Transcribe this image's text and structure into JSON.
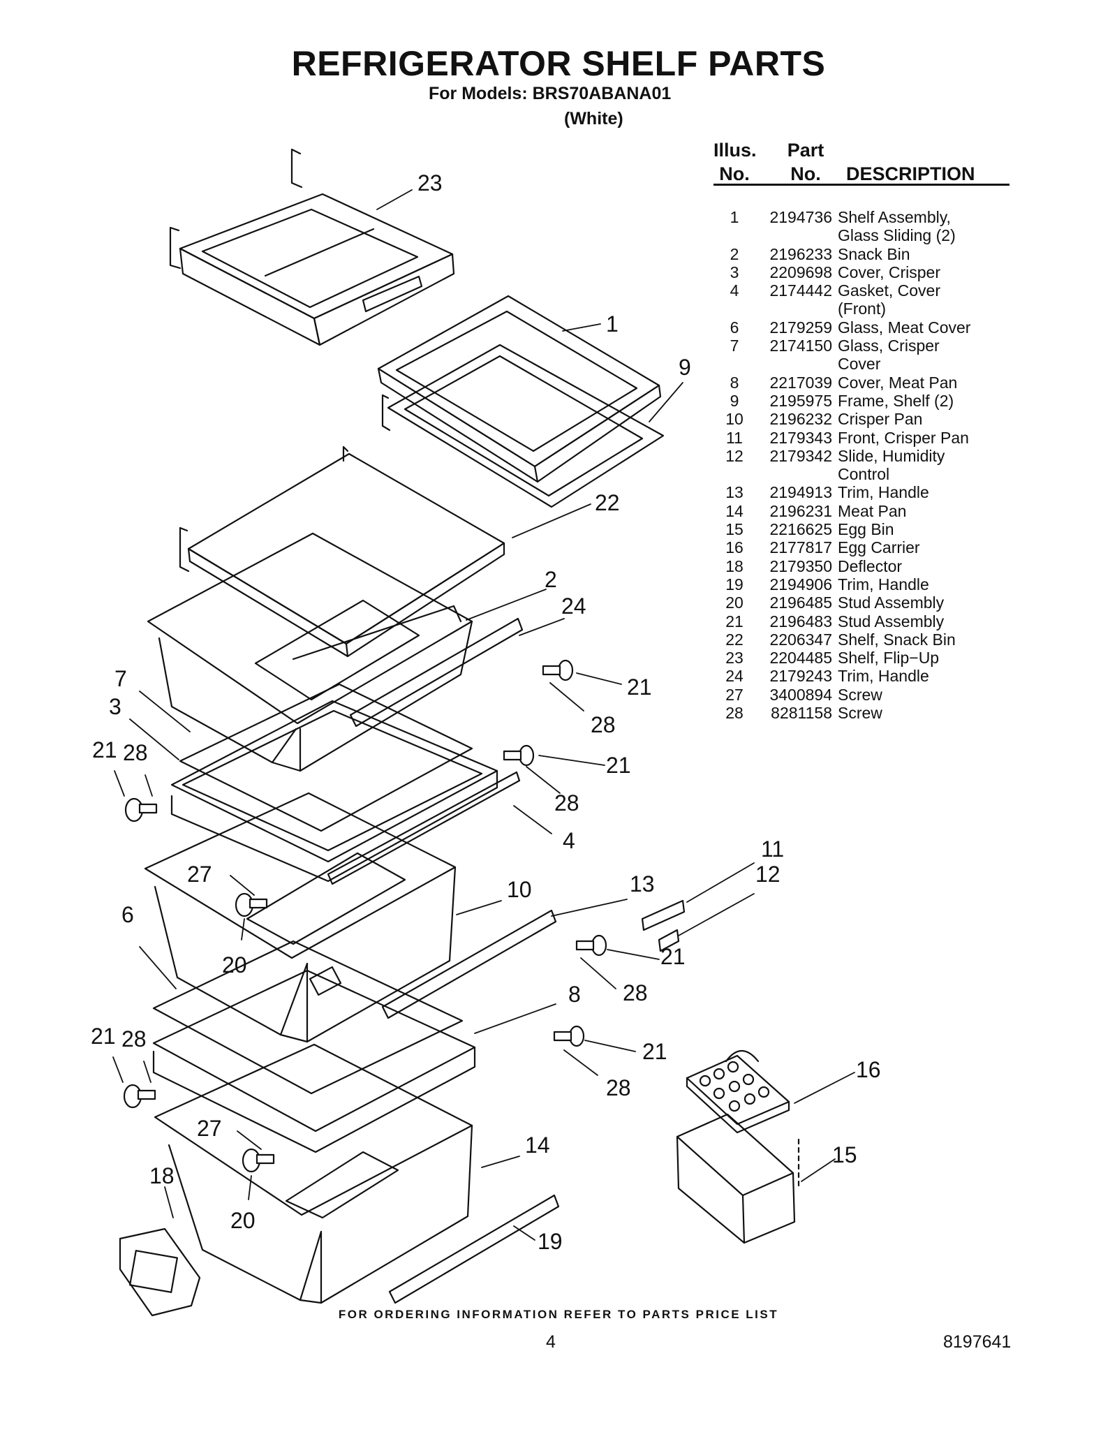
{
  "header": {
    "title": "REFRIGERATOR SHELF PARTS",
    "models": "For Models: BRS70ABANA01",
    "color": "(White)"
  },
  "table": {
    "col1": [
      "Illus.",
      "No."
    ],
    "col2": [
      "Part",
      "No."
    ],
    "col3": "DESCRIPTION",
    "rows": [
      {
        "illus": "1",
        "part": "2194736",
        "desc": [
          "Shelf Assembly,",
          "Glass Sliding (2)"
        ]
      },
      {
        "illus": "2",
        "part": "2196233",
        "desc": [
          "Snack Bin"
        ]
      },
      {
        "illus": "3",
        "part": "2209698",
        "desc": [
          "Cover, Crisper"
        ]
      },
      {
        "illus": "4",
        "part": "2174442",
        "desc": [
          "Gasket, Cover",
          "(Front)"
        ]
      },
      {
        "illus": "6",
        "part": "2179259",
        "desc": [
          "Glass, Meat Cover"
        ]
      },
      {
        "illus": "7",
        "part": "2174150",
        "desc": [
          "Glass, Crisper",
          "Cover"
        ]
      },
      {
        "illus": "8",
        "part": "2217039",
        "desc": [
          "Cover, Meat Pan"
        ]
      },
      {
        "illus": "9",
        "part": "2195975",
        "desc": [
          "Frame, Shelf (2)"
        ]
      },
      {
        "illus": "10",
        "part": "2196232",
        "desc": [
          "Crisper Pan"
        ]
      },
      {
        "illus": "11",
        "part": "2179343",
        "desc": [
          "Front, Crisper Pan"
        ]
      },
      {
        "illus": "12",
        "part": "2179342",
        "desc": [
          "Slide, Humidity",
          "Control"
        ]
      },
      {
        "illus": "13",
        "part": "2194913",
        "desc": [
          "Trim, Handle"
        ]
      },
      {
        "illus": "14",
        "part": "2196231",
        "desc": [
          "Meat Pan"
        ]
      },
      {
        "illus": "15",
        "part": "2216625",
        "desc": [
          "Egg Bin"
        ]
      },
      {
        "illus": "16",
        "part": "2177817",
        "desc": [
          "Egg Carrier"
        ]
      },
      {
        "illus": "18",
        "part": "2179350",
        "desc": [
          "Deflector"
        ]
      },
      {
        "illus": "19",
        "part": "2194906",
        "desc": [
          "Trim, Handle"
        ]
      },
      {
        "illus": "20",
        "part": "2196485",
        "desc": [
          "Stud Assembly"
        ]
      },
      {
        "illus": "21",
        "part": "2196483",
        "desc": [
          "Stud Assembly"
        ]
      },
      {
        "illus": "22",
        "part": "2206347",
        "desc": [
          "Shelf, Snack Bin"
        ]
      },
      {
        "illus": "23",
        "part": "2204485",
        "desc": [
          "Shelf, Flip−Up"
        ]
      },
      {
        "illus": "24",
        "part": "2179243",
        "desc": [
          "Trim, Handle"
        ]
      },
      {
        "illus": "27",
        "part": "3400894",
        "desc": [
          "Screw"
        ]
      },
      {
        "illus": "28",
        "part": "8281158",
        "desc": [
          "Screw"
        ]
      }
    ]
  },
  "callouts": [
    "23",
    "1",
    "9",
    "22",
    "2",
    "24",
    "7",
    "3",
    "21",
    "28",
    "21",
    "28",
    "21",
    "28",
    "4",
    "11",
    "12",
    "27",
    "10",
    "13",
    "6",
    "20",
    "21",
    "28",
    "8",
    "21",
    "28",
    "21",
    "28",
    "16",
    "27",
    "14",
    "15",
    "18",
    "20",
    "19"
  ],
  "footer": {
    "ordering": "FOR ORDERING INFORMATION REFER TO PARTS PRICE LIST",
    "page": "4",
    "doc_number": "8197641"
  }
}
